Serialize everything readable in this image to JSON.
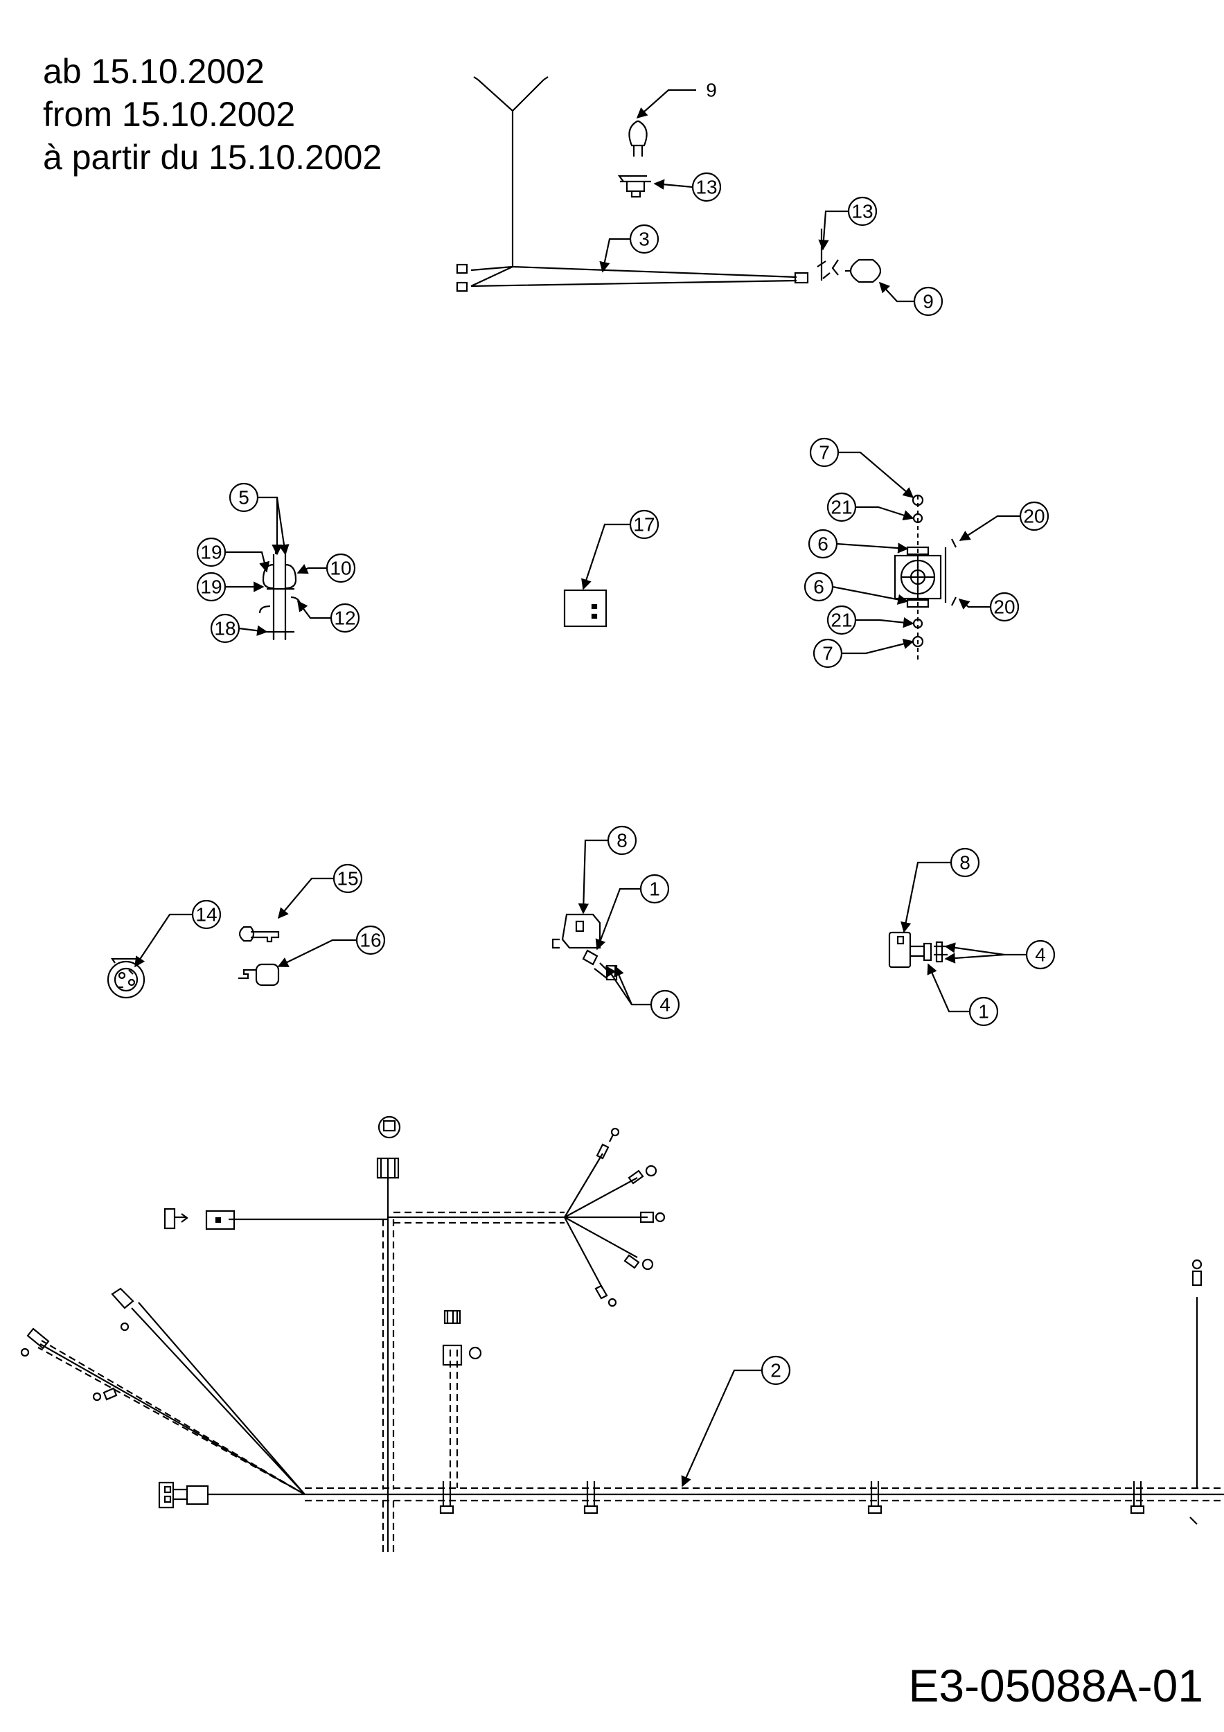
{
  "header": {
    "line_de": "ab 15.10.2002",
    "line_en": "from 15.10.2002",
    "line_fr": "à partir du 15.10.2002"
  },
  "footer": {
    "drawing_id": "E3-05088A-01"
  },
  "callouts": {
    "c1": "9",
    "c2": "13",
    "c3": "3",
    "c4": "13",
    "c5": "9",
    "c6": "5",
    "c7": "19",
    "c8": "10",
    "c9": "19",
    "c10": "12",
    "c11": "18",
    "c12": "17",
    "c13": "7",
    "c14": "21",
    "c15": "20",
    "c16": "6",
    "c17": "6",
    "c18": "20",
    "c19": "21",
    "c20": "7",
    "c21": "14",
    "c22": "15",
    "c23": "16",
    "c24": "8",
    "c25": "1",
    "c26": "4",
    "c27": "8",
    "c28": "4",
    "c29": "1",
    "c30": "2"
  }
}
